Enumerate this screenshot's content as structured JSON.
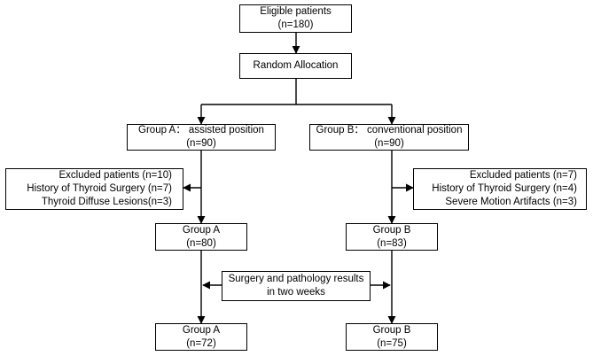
{
  "boxes": {
    "eligible": [
      "Eligible patients",
      "(n=180)"
    ],
    "random": [
      "Random Allocation"
    ],
    "group_a_assigned": [
      "Group A： assisted position",
      "(n=90)"
    ],
    "group_b_assigned": [
      "Group B： conventional position",
      "(n=90)"
    ],
    "excluded_a": [
      "Excluded patients (n=10)",
      "History of Thyroid Surgery  (n=7)",
      "Thyroid Diffuse Lesions(n=3)"
    ],
    "excluded_b": [
      "Excluded patients (n=7)",
      "History of Thyroid Surgery  (n=4)",
      "Severe Motion Artifacts  (n=3)"
    ],
    "group_a_mid": [
      "Group A",
      "(n=80)"
    ],
    "group_b_mid": [
      "Group B",
      "(n=83)"
    ],
    "followup": [
      "Surgery and pathology results",
      "in two weeks"
    ],
    "group_a_final": [
      "Group A",
      "(n=72)"
    ],
    "group_b_final": [
      "Group B",
      "(n=75)"
    ]
  }
}
